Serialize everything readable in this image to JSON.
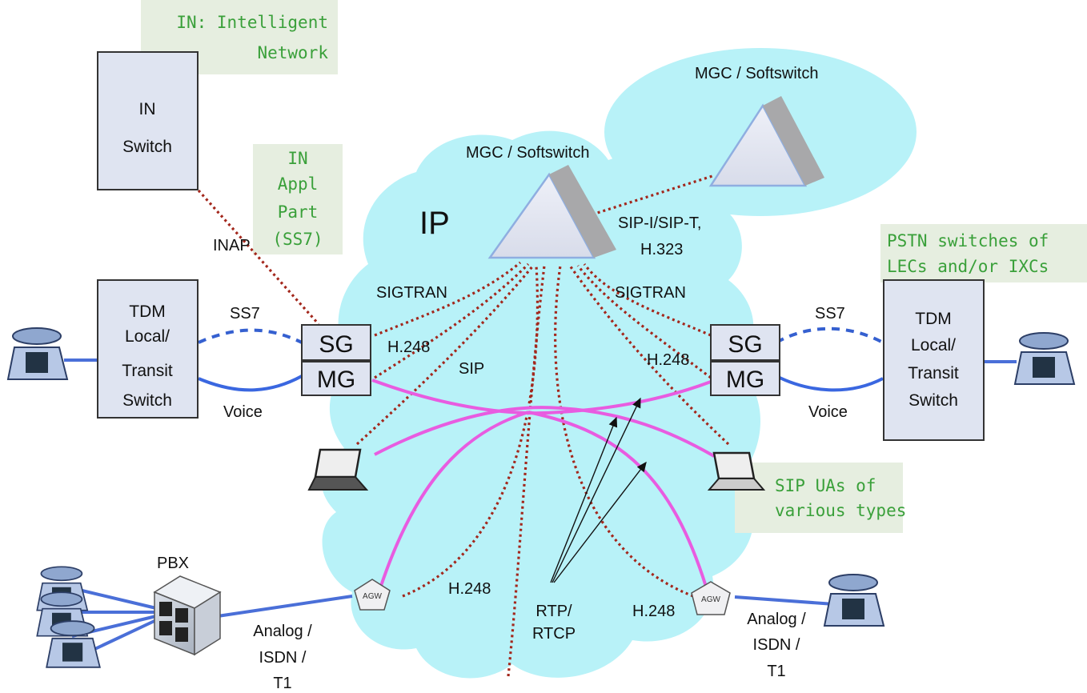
{
  "notes": {
    "in_network": [
      "IN: Intelligent",
      "Network"
    ],
    "in_appl_part": [
      "IN",
      "Appl",
      "Part",
      "(SS7)"
    ],
    "pstn_switches": [
      "PSTN switches of",
      "LECs and/or IXCs"
    ],
    "sip_uas": [
      "SIP UAs of",
      "various types"
    ]
  },
  "nodes": {
    "in_switch": [
      "IN",
      "Switch"
    ],
    "tdm_left": [
      "TDM",
      "Local/",
      "Transit",
      "Switch"
    ],
    "tdm_right": [
      "TDM",
      "Local/",
      "Transit",
      "Switch"
    ],
    "sg": "SG",
    "mg": "MG",
    "pbx": "PBX",
    "agw": "AGW",
    "mgc_center": "MGC / Softswitch",
    "mgc_right": "MGC / Softswitch",
    "ip_cloud": "IP"
  },
  "labels": {
    "inap": "INAP",
    "sigtran_left": "SIGTRAN",
    "sigtran_right": "SIGTRAN",
    "ss7_left": "SS7",
    "ss7_right": "SS7",
    "voice_left": "Voice",
    "voice_right": "Voice",
    "h248_left_top": "H.248",
    "h248_right_top": "H.248",
    "sip": "SIP",
    "sip_i": [
      "SIP-I/SIP-T,",
      "H.323"
    ],
    "h248_bottom_left": "H.248",
    "h248_bottom_right": "H.248",
    "rtp": [
      "RTP/",
      "RTCP"
    ],
    "analog_left": [
      "Analog /",
      "ISDN /",
      "T1"
    ],
    "analog_right": [
      "Analog /",
      "ISDN /",
      "T1"
    ]
  },
  "colors": {
    "cloud": "#b8f2f8",
    "signaling": "#a3271c",
    "ss7": "#3560d0",
    "media": "#e85ce0",
    "box_fill": "#dfe4f1",
    "note_text": "#3aa03a"
  },
  "icons": [
    "telephone-icon",
    "laptop-icon",
    "pbx-icon",
    "agw-icon",
    "softswitch-icon"
  ]
}
